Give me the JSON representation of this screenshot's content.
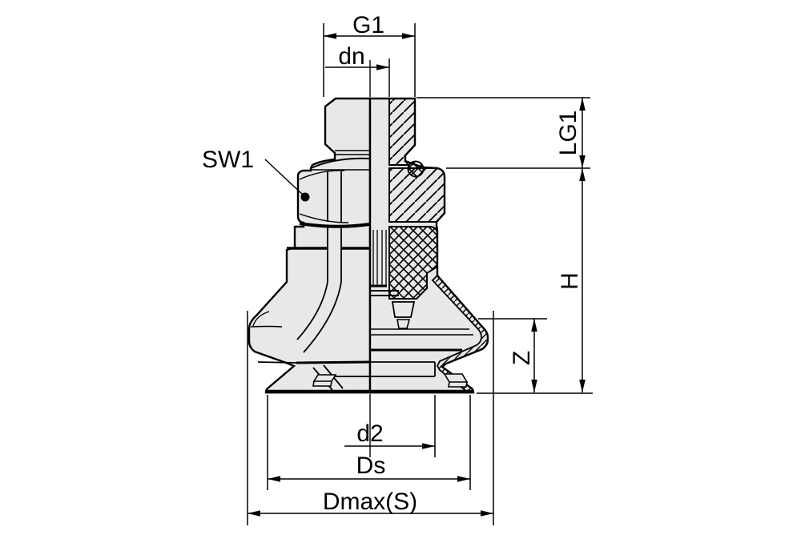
{
  "drawing": {
    "labels": {
      "g1": "G1",
      "dn": "dn",
      "sw1": "SW1",
      "lg1": "LG1",
      "h": "H",
      "z": "Z",
      "d2": "d2",
      "ds": "Ds",
      "dmax_s": "Dmax(S)"
    },
    "colors": {
      "line": "#000000",
      "part_fill": "#e8e8e8",
      "background": "#ffffff"
    }
  }
}
